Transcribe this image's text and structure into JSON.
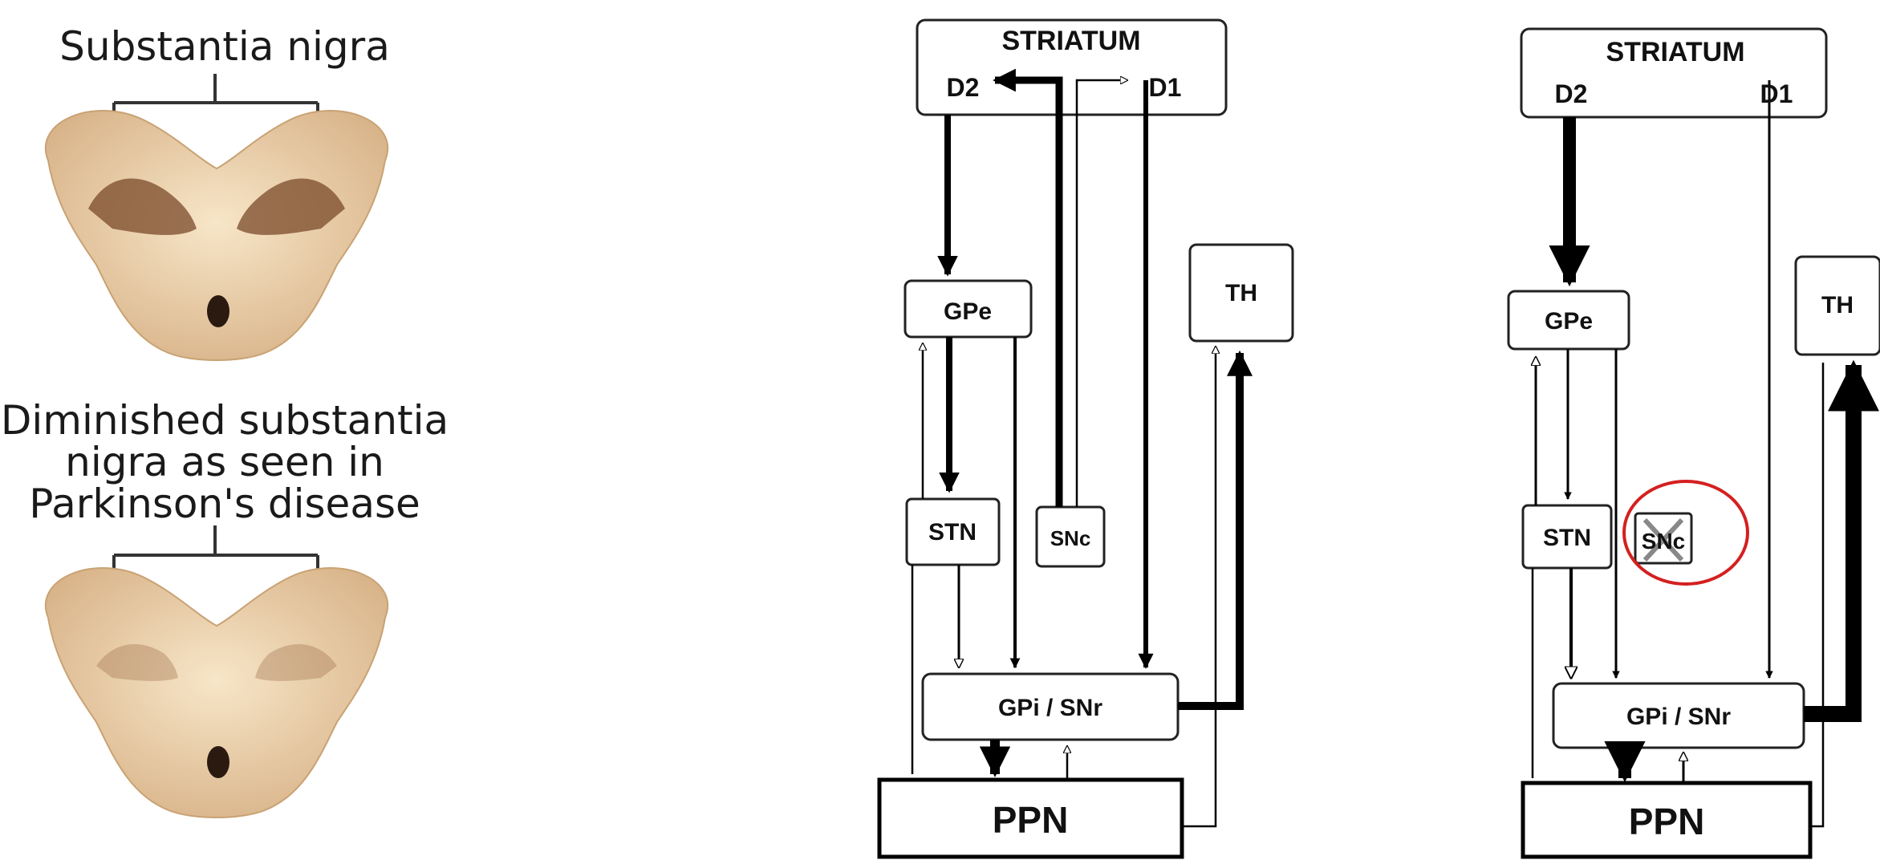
{
  "left_panel": {
    "top_label": "Substantia nigra",
    "bottom_label_lines": [
      "Diminished substantia",
      "nigra as seen in",
      "Parkinson's disease"
    ]
  },
  "diagram_normal": {
    "nodes": {
      "striatum": "STRIATUM",
      "d2": "D2",
      "d1": "D1",
      "gpe": "GPe",
      "th": "TH",
      "stn": "STN",
      "snc": "SNc",
      "gpi": "GPi / SNr",
      "ppn": "PPN"
    }
  },
  "diagram_parkinson": {
    "nodes": {
      "striatum": "STRIATUM",
      "d2": "D2",
      "d1": "D1",
      "gpe": "GPe",
      "th": "TH",
      "stn": "STN",
      "snc": "SNc",
      "gpi": "GPi / SNr",
      "ppn": "PPN"
    },
    "highlight_color": "#d42020"
  },
  "colors": {
    "tissue": "#f2d9b5",
    "tissue_shade": "#d8b48a",
    "nigra_dark": "#6b4226"
  }
}
